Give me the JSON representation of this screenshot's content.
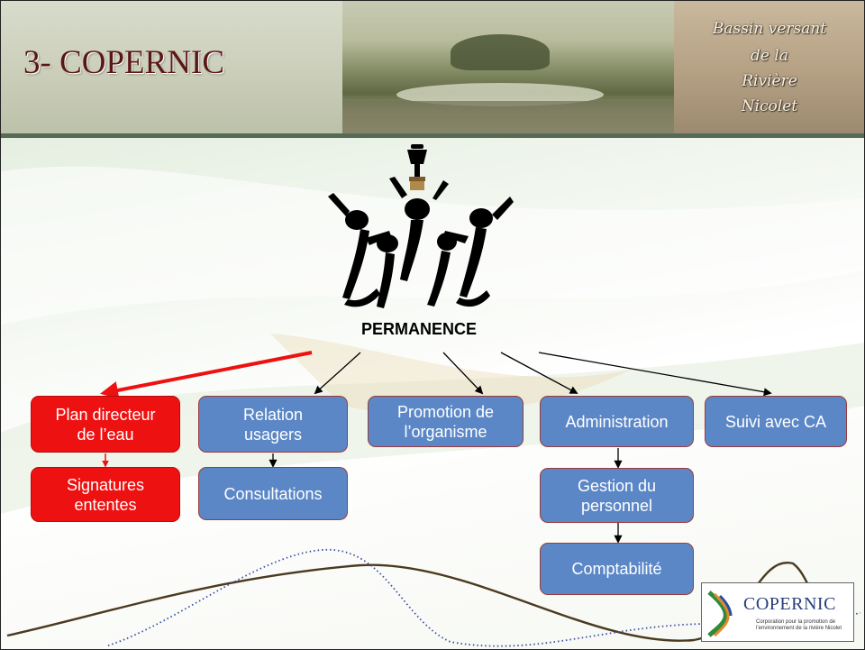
{
  "header": {
    "title": "3- COPERNIC",
    "caption_lines": [
      "Bassin versant",
      "de la",
      "Rivière",
      "Nicolet"
    ]
  },
  "diagram": {
    "root_label": "PERMANENCE",
    "nodes": [
      {
        "id": "plan",
        "label": "Plan directeur\nde l’eau",
        "color": "red"
      },
      {
        "id": "signatures",
        "label": "Signatures\nententes",
        "color": "red"
      },
      {
        "id": "relation",
        "label": "Relation\nusagers",
        "color": "blue"
      },
      {
        "id": "consultations",
        "label": "Consultations",
        "color": "blue"
      },
      {
        "id": "promotion",
        "label": "Promotion de\nl’organisme",
        "color": "blue"
      },
      {
        "id": "administration",
        "label": "Administration",
        "color": "blue"
      },
      {
        "id": "gestion",
        "label": "Gestion du\npersonnel",
        "color": "blue"
      },
      {
        "id": "comptabilite",
        "label": "Comptabilité",
        "color": "blue"
      },
      {
        "id": "suivi",
        "label": "Suivi avec CA",
        "color": "blue"
      }
    ],
    "edges": [
      {
        "from": "permanence",
        "to": "plan",
        "color": "#ee1111"
      },
      {
        "from": "permanence",
        "to": "relation",
        "color": "#000000"
      },
      {
        "from": "permanence",
        "to": "promotion",
        "color": "#000000"
      },
      {
        "from": "permanence",
        "to": "administration",
        "color": "#000000"
      },
      {
        "from": "permanence",
        "to": "suivi",
        "color": "#000000"
      },
      {
        "from": "plan",
        "to": "signatures",
        "color": "#ee1111"
      },
      {
        "from": "relation",
        "to": "consultations",
        "color": "#000000"
      },
      {
        "from": "administration",
        "to": "gestion",
        "color": "#000000"
      },
      {
        "from": "gestion",
        "to": "comptabilite",
        "color": "#000000"
      }
    ]
  },
  "logo": {
    "name": "COPERNIC",
    "subtitle": "Corporation pour la promotion de l’environnement de la rivière Nicolet"
  },
  "colors": {
    "title": "#5a1616",
    "node_blue": "#5b87c7",
    "node_red": "#ee1111",
    "header_rule": "#556b55"
  }
}
